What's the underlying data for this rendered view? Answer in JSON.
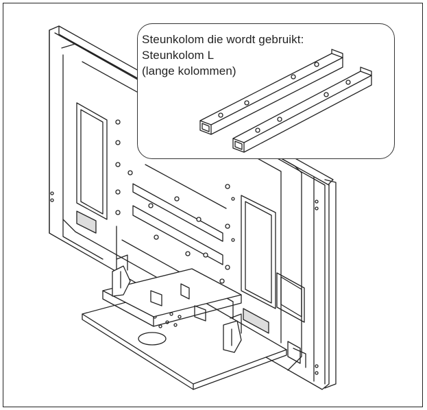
{
  "callout": {
    "line1": "Steunkolom die wordt gebruikt:",
    "line2": "Steunkolom L",
    "line3": "(lange kolommen)"
  },
  "colors": {
    "stroke": "#222222",
    "background": "#ffffff",
    "frame": "#222222"
  }
}
